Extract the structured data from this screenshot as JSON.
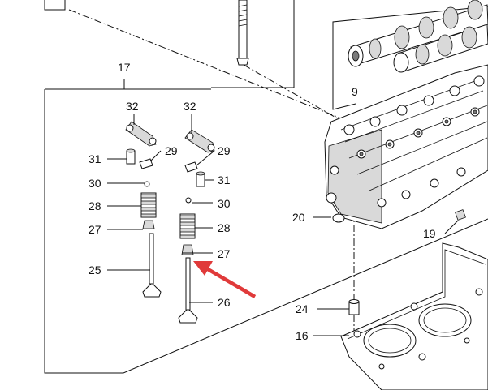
{
  "diagram": {
    "callouts": {
      "c17": "17",
      "c9": "9",
      "c20": "20",
      "c19": "19",
      "c24": "24",
      "c16": "16",
      "c32a": "32",
      "c32b": "32",
      "c31a": "31",
      "c31b": "31",
      "c29a": "29",
      "c29b": "29",
      "c30a": "30",
      "c30b": "30",
      "c28a": "28",
      "c28b": "28",
      "c27a": "27",
      "c27b": "27",
      "c25": "25",
      "c26": "26"
    },
    "highlight_arrow_color": "#e03a3a"
  }
}
